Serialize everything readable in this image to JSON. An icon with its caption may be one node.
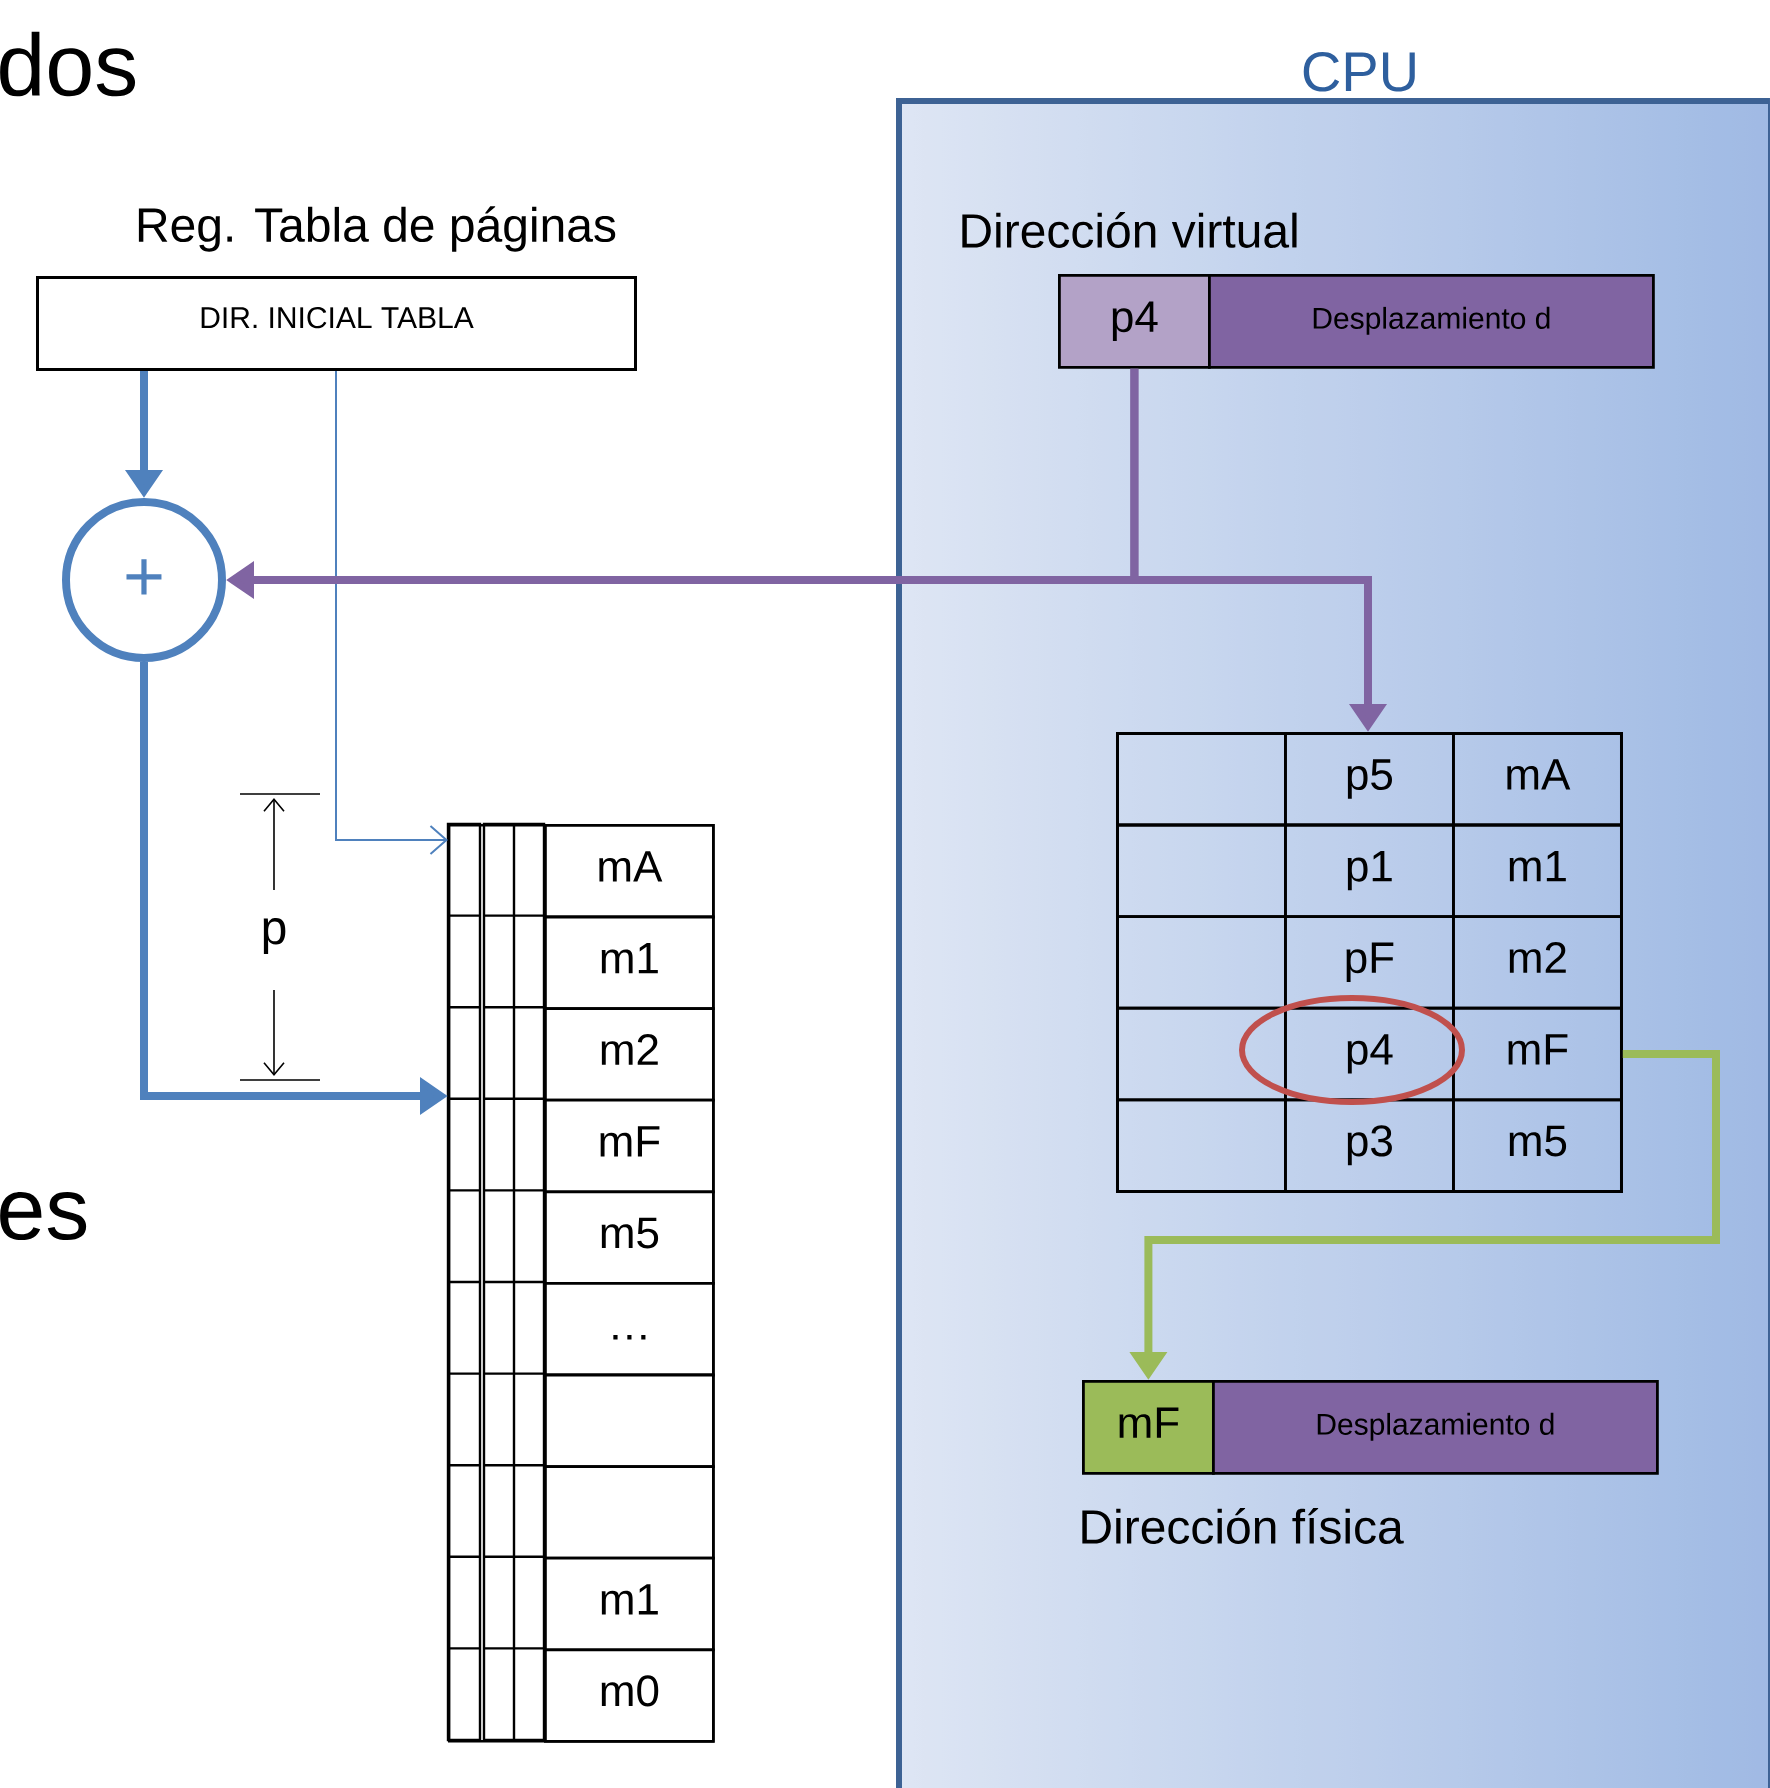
{
  "diagram": {
    "nodes": [
      {
        "text": [
          "CPU"
        ]
      },
      {
        "text": [
          "Reg. Tabla de páginas",
          "DIR. INICIAL TABLA"
        ]
      },
      {
        "text": [
          "+"
        ]
      },
      {
        "text": [],
        "shape": "box"
      },
      {
        "text": [
          "mA"
        ],
        "in": 3
      },
      {
        "text": [
          "m1"
        ],
        "in": 3
      },
      {
        "text": [
          "m2"
        ],
        "in": 3
      },
      {
        "text": [
          "mF"
        ],
        "in": 3
      },
      {
        "text": [
          "m5"
        ],
        "in": 3
      },
      {
        "text": [
          "…"
        ],
        "in": 3
      },
      {
        "text": [],
        "shape": "box",
        "in": 3
      },
      {
        "text": [],
        "shape": "box",
        "in": 3
      },
      {
        "text": [
          "m1"
        ],
        "in": 3
      },
      {
        "text": [
          "m0"
        ],
        "in": 3
      },
      {
        "text": [
          "p4"
        ],
        "in": 0
      },
      {
        "text": [
          "Desplazamiento d"
        ],
        "in": 0
      },
      {
        "text": [],
        "shape": "box",
        "in": 0
      },
      {
        "text": [],
        "shape": "box",
        "in": 16
      },
      {
        "text": [
          "p5"
        ],
        "in": 16
      },
      {
        "text": [
          "mA"
        ],
        "in": 16
      },
      {
        "text": [],
        "shape": "box",
        "in": 16
      },
      {
        "text": [
          "p1"
        ],
        "in": 16
      },
      {
        "text": [
          "m1"
        ],
        "in": 16
      },
      {
        "text": [],
        "shape": "box",
        "in": 16
      },
      {
        "text": [
          "pF"
        ],
        "in": 16
      },
      {
        "text": [
          "m2"
        ],
        "in": 16
      },
      {
        "text": [],
        "shape": "box",
        "in": 16
      },
      {
        "text": [
          "p4"
        ],
        "in": 16
      },
      {
        "text": [
          "mF"
        ],
        "in": 16
      },
      {
        "text": [],
        "shape": "box",
        "in": 16
      },
      {
        "text": [
          "p3"
        ],
        "in": 16
      },
      {
        "text": [
          "m5"
        ],
        "in": 16
      },
      {
        "text": [
          "mF"
        ],
        "in": 0
      },
      {
        "text": [
          "Desplazamiento d"
        ],
        "in": 0
      }
    ],
    "edges": [
      {
        "from": 1,
        "to": 2,
        "arrow": "to",
        "color": "#4f81bd"
      },
      {
        "from": 1,
        "to": 3,
        "arrow": "to",
        "color": "#4f81bd"
      },
      {
        "from": 2,
        "to": 3,
        "arrow": "to",
        "color": "#4f81bd"
      },
      {
        "from": 14,
        "to": 2,
        "arrow": "to",
        "color": "#8064a2"
      },
      {
        "from": 14,
        "to": 16,
        "arrow": "to",
        "color": "#8064a2"
      },
      {
        "from": 28,
        "to": 32,
        "arrow": "to",
        "color": "#9bbb59"
      }
    ],
    "labels": [
      "dos",
      "Dirección virtual",
      "p",
      "es",
      "Dirección física"
    ]
  }
}
